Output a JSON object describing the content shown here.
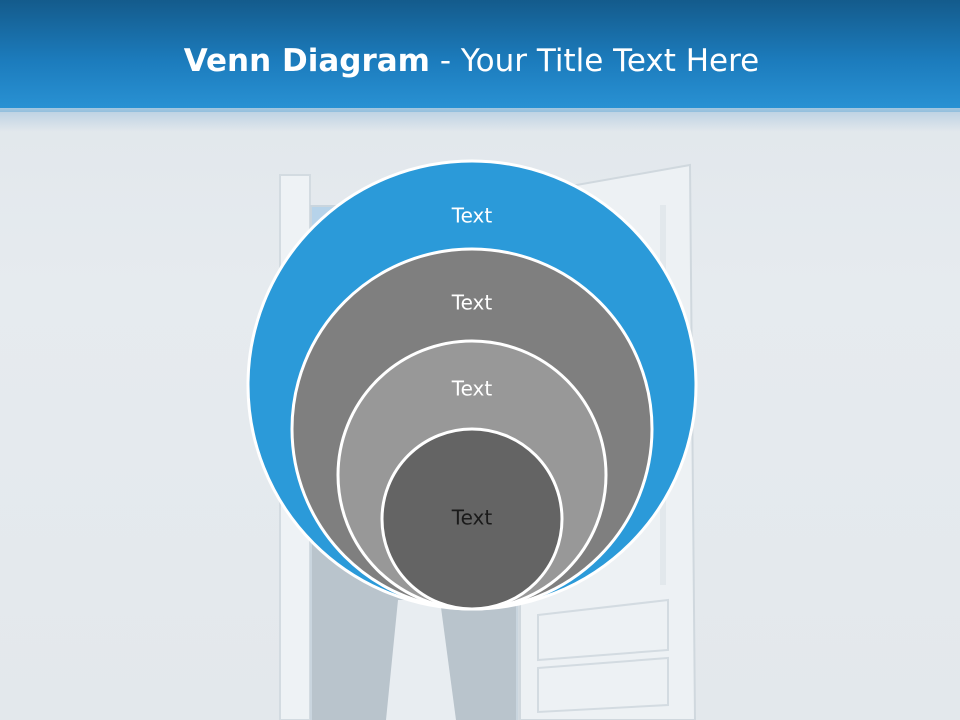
{
  "header": {
    "title_bold": "Venn Diagram",
    "title_rest": " - Your Title Text Here"
  },
  "diagram": {
    "circles": [
      {
        "label": "Text",
        "fill": "#2b9ad9",
        "text_color": "#ffffff"
      },
      {
        "label": "Text",
        "fill": "#7f7f7f",
        "text_color": "#ffffff"
      },
      {
        "label": "Text",
        "fill": "#989898",
        "text_color": "#ffffff"
      },
      {
        "label": "Text",
        "fill": "#646464",
        "text_color": "#1a1a1a"
      }
    ]
  },
  "colors": {
    "header_dark": "#145b8c",
    "header_light": "#2a93d5",
    "circle_border": "#ffffff"
  }
}
